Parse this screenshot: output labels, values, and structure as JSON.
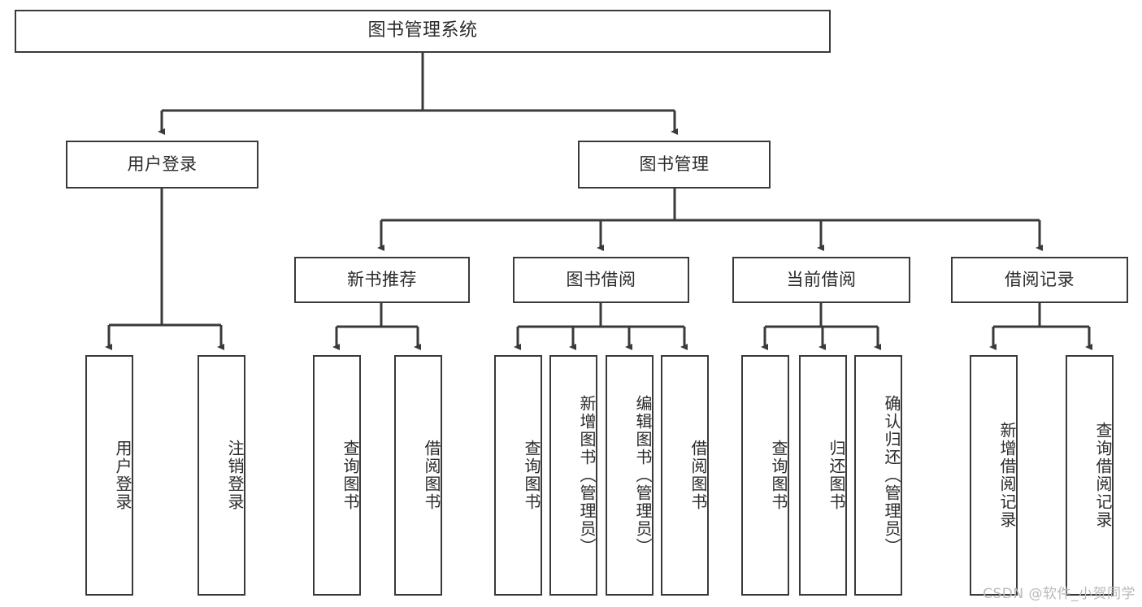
{
  "diagram": {
    "title": "图书管理系统",
    "type": "tree-hierarchy-chart",
    "watermark": "CSDN @软件_小贺同学",
    "colors": {
      "box_border": "#3a3a3a",
      "box_fill": "#ffffff",
      "connector": "#3a3a3a",
      "text": "#2b2b2b",
      "watermark": "#b9b9b9",
      "background": "#ffffff"
    },
    "nodes": {
      "root": {
        "label": "图书管理系统"
      },
      "level2": [
        {
          "id": "user-login",
          "label": "用户登录"
        },
        {
          "id": "book-management",
          "label": "图书管理"
        }
      ],
      "level3": [
        {
          "id": "new-book-recommend",
          "label": "新书推荐"
        },
        {
          "id": "book-borrow",
          "label": "图书借阅"
        },
        {
          "id": "current-borrow",
          "label": "当前借阅"
        },
        {
          "id": "borrow-record",
          "label": "借阅记录"
        }
      ],
      "leaves": {
        "user-login": [
          {
            "id": "leaf-user-login",
            "label": "用户登录"
          },
          {
            "id": "leaf-logout-login",
            "label": "注销登录"
          }
        ],
        "new-book-recommend": [
          {
            "id": "leaf-query-book-1",
            "label": "查询图书"
          },
          {
            "id": "leaf-borrow-book-1",
            "label": "借阅图书"
          }
        ],
        "book-borrow": [
          {
            "id": "leaf-query-book-2",
            "label": "查询图书"
          },
          {
            "id": "leaf-add-book",
            "label": "新增图书（管理员）"
          },
          {
            "id": "leaf-edit-book",
            "label": "编辑图书（管理员）"
          },
          {
            "id": "leaf-borrow-book-2",
            "label": "借阅图书"
          }
        ],
        "current-borrow": [
          {
            "id": "leaf-query-book-3",
            "label": "查询图书"
          },
          {
            "id": "leaf-return-book",
            "label": "归还图书"
          },
          {
            "id": "leaf-confirm-return",
            "label": "确认归还（管理员）"
          }
        ],
        "borrow-record": [
          {
            "id": "leaf-add-record",
            "label": "新增借阅记录"
          },
          {
            "id": "leaf-query-record",
            "label": "查询借阅记录"
          }
        ]
      }
    }
  }
}
